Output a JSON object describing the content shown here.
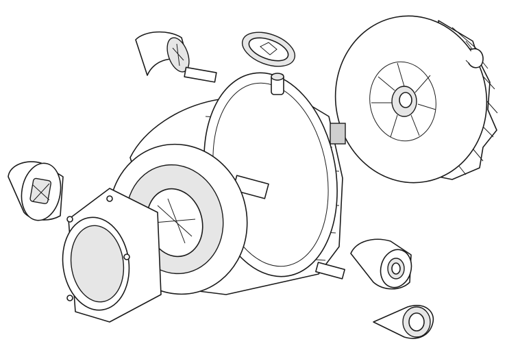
{
  "drawing": {
    "subject": "exploded-view",
    "colors": {
      "line": "#1a1a1a",
      "fill": "#ffffff",
      "shade": "#e6e6e6"
    },
    "parts": [
      "fan",
      "circlip",
      "gasket",
      "brush-cap-top",
      "brush-holder-left",
      "motor-stator",
      "front-housing",
      "bearing-sleeve",
      "carbon-brush"
    ]
  }
}
